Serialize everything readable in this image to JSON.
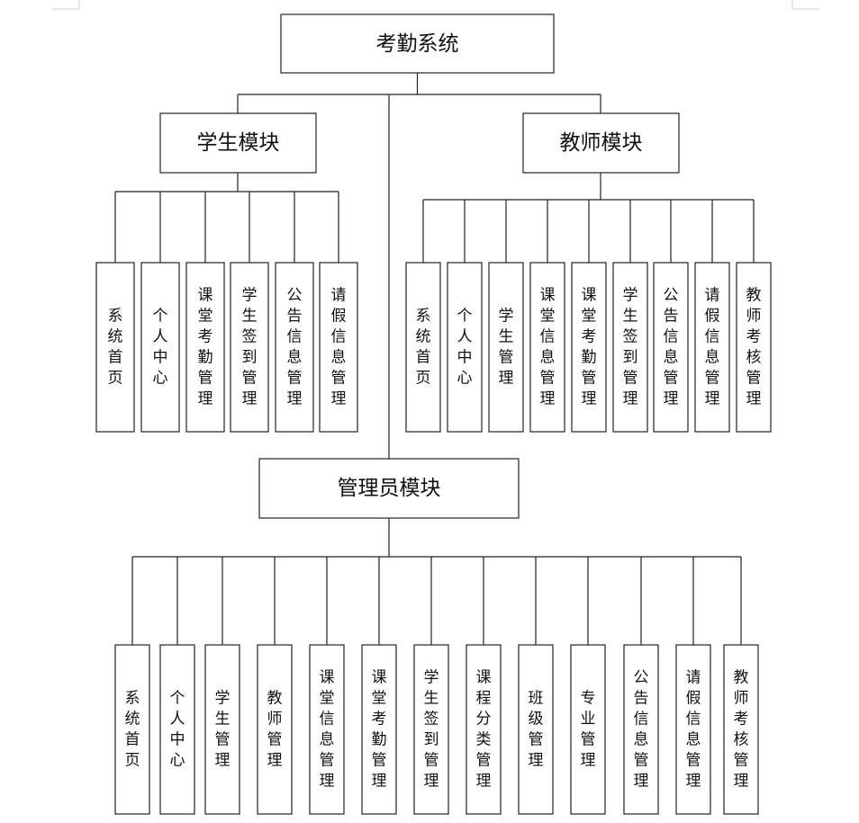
{
  "root": {
    "label": "考勤系统"
  },
  "modules": [
    {
      "id": "student",
      "label": "学生模块",
      "items": [
        "系统首页",
        "个人中心",
        "课堂考勤管理",
        "学生签到管理",
        "公告信息管理",
        "请假信息管理"
      ]
    },
    {
      "id": "teacher",
      "label": "教师模块",
      "items": [
        "系统首页",
        "个人中心",
        "学生管理",
        "课堂信息管理",
        "课堂考勤管理",
        "学生签到管理",
        "公告信息管理",
        "请假信息管理",
        "教师考核管理"
      ]
    },
    {
      "id": "admin",
      "label": "管理员模块",
      "items": [
        "系统首页",
        "个人中心",
        "学生管理",
        "教师管理",
        "课堂信息管理",
        "课堂考勤管理",
        "学生签到管理",
        "课程分类管理",
        "班级管理",
        "专业管理",
        "公告信息管理",
        "请假信息管理",
        "教师考核管理"
      ]
    }
  ]
}
